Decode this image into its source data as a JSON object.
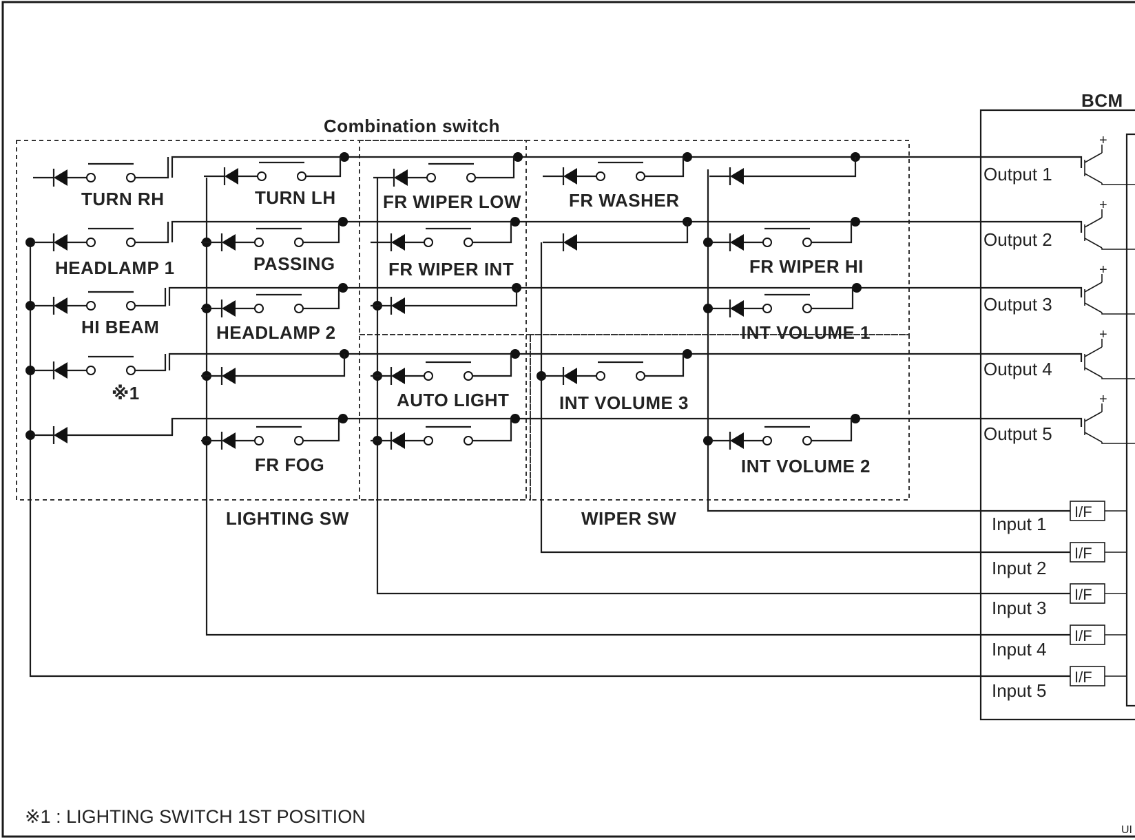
{
  "title": "Combination switch",
  "bcm_label": "BCM",
  "lighting_sw_label": "LIGHTING SW",
  "wiper_sw_label": "WIPER SW",
  "footnote": "※1 : LIGHTING SWITCH 1ST POSITION",
  "corner_mark": "UI",
  "switches": {
    "turn_rh": "TURN RH",
    "turn_lh": "TURN LH",
    "headlamp1": "HEADLAMP 1",
    "passing": "PASSING",
    "hi_beam": "HI BEAM",
    "headlamp2": "HEADLAMP 2",
    "note1": "※1",
    "fr_fog": "FR FOG",
    "fr_wiper_low": "FR WIPER LOW",
    "fr_wiper_int": "FR WIPER INT",
    "auto_light": "AUTO LIGHT",
    "fr_washer": "FR WASHER",
    "int_volume3": "INT VOLUME 3",
    "fr_wiper_hi": "FR WIPER HI",
    "int_volume1": "INT VOLUME 1",
    "int_volume2": "INT VOLUME 2"
  },
  "outputs": [
    "Output 1",
    "Output 2",
    "Output 3",
    "Output 4",
    "Output 5"
  ],
  "inputs": [
    "Input 1",
    "Input 2",
    "Input 3",
    "Input 4",
    "Input 5"
  ],
  "interface_label": "I/F"
}
